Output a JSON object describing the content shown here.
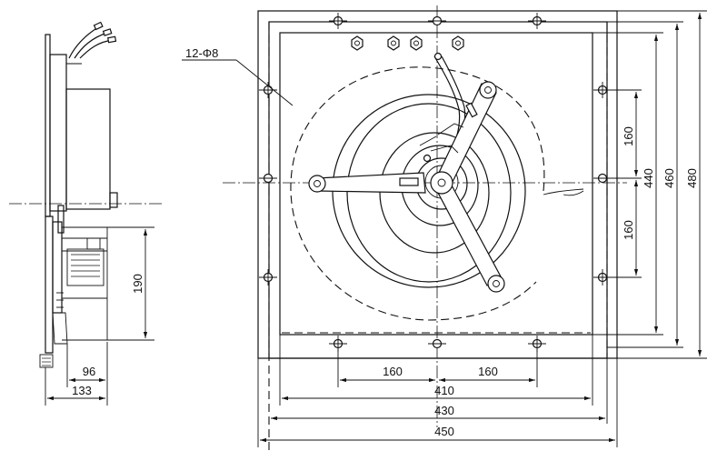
{
  "callout": {
    "holes": "12-Φ8"
  },
  "dimensions": {
    "side_height": "190",
    "side_depth_inner": "96",
    "side_depth_outer": "133",
    "bottom_left_pitch": "160",
    "bottom_right_pitch": "160",
    "width_410": "410",
    "width_430": "430",
    "width_450": "450",
    "right_upper_pitch": "160",
    "right_lower_pitch": "160",
    "height_440": "440",
    "height_460": "460",
    "height_480": "480"
  }
}
